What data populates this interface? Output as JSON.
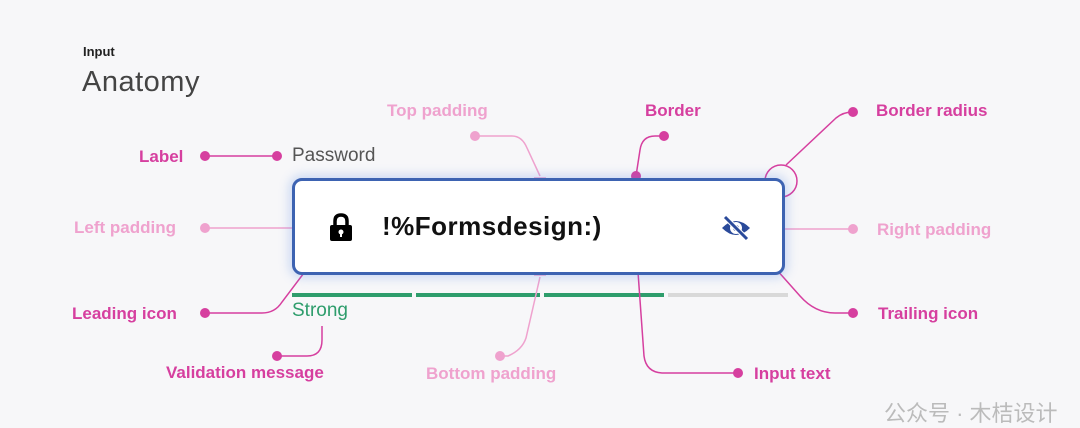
{
  "header": {
    "eyebrow": "Input",
    "title": "Anatomy"
  },
  "field": {
    "label": "Password",
    "value": "!%Formsdesign:)",
    "validation": "Strong"
  },
  "strength_meter": {
    "segments_filled": 3,
    "segments_total": 4
  },
  "annotations": {
    "label": "Label",
    "left_padding": "Left padding",
    "leading_icon": "Leading icon",
    "validation_message": "Validation message",
    "top_padding": "Top padding",
    "border": "Border",
    "border_radius": "Border radius",
    "right_padding": "Right padding",
    "trailing_icon": "Trailing icon",
    "bottom_padding": "Bottom padding",
    "input_text": "Input text"
  },
  "icons": {
    "leading": "lock-icon",
    "trailing": "eye-off-icon"
  },
  "colors": {
    "annotation_dark": "#d63f9f",
    "annotation_light": "#efa2ce",
    "border": "#3d63b2",
    "strength": "#2e9d6c",
    "strength_empty": "#d9d9d9"
  },
  "watermark": "公众号 · 木桔设计"
}
